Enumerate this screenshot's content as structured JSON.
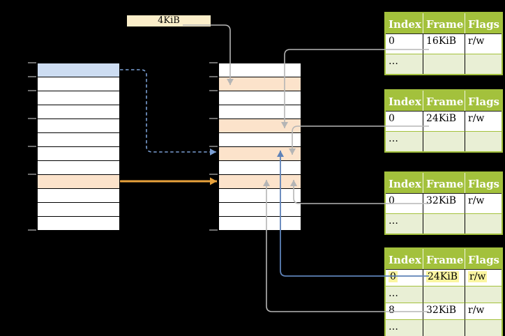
{
  "colors": {
    "background": "#000000",
    "header_green": "#a3c13c",
    "row_green_light": "#e9efd5",
    "row_orange": "#fce3cb",
    "row_blue": "#cdddf2",
    "box_cream": "#fbeec9",
    "highlight_yellow": "#fbf5a0",
    "arrow_gray": "#b5b5b5",
    "arrow_blue": "#5e82b8",
    "arrow_blue_dashed": "#7b9fd4",
    "arrow_orange": "#e8a23c",
    "tick_gray": "#6e6e6e"
  },
  "size_label": "4KiB",
  "virtual_memory": {
    "row_fills": [
      "blue",
      "white",
      "white",
      "white",
      "white",
      "white",
      "white",
      "white",
      "orange",
      "white",
      "white",
      "white"
    ]
  },
  "physical_memory": {
    "row_fills": [
      "white",
      "orange",
      "white",
      "white",
      "orange",
      "white",
      "orange",
      "white",
      "orange",
      "white",
      "white",
      "white"
    ]
  },
  "page_tables": [
    {
      "headers": [
        "Index",
        "Frame",
        "Flags"
      ],
      "rows": [
        [
          "0",
          "16KiB",
          "r/w"
        ],
        [
          "…",
          "",
          ""
        ]
      ]
    },
    {
      "headers": [
        "Index",
        "Frame",
        "Flags"
      ],
      "rows": [
        [
          "0",
          "24KiB",
          "r/w"
        ],
        [
          "…",
          "",
          ""
        ]
      ]
    },
    {
      "headers": [
        "Index",
        "Frame",
        "Flags"
      ],
      "rows": [
        [
          "0",
          "32KiB",
          "r/w"
        ],
        [
          "…",
          "",
          ""
        ]
      ]
    },
    {
      "headers": [
        "Index",
        "Frame",
        "Flags"
      ],
      "rows": [
        [
          "0",
          "24KiB",
          "r/w"
        ],
        [
          "…",
          "",
          ""
        ],
        [
          "8",
          "32KiB",
          "r/w"
        ],
        [
          "…",
          "",
          ""
        ]
      ],
      "highlighted_row": 0
    }
  ]
}
